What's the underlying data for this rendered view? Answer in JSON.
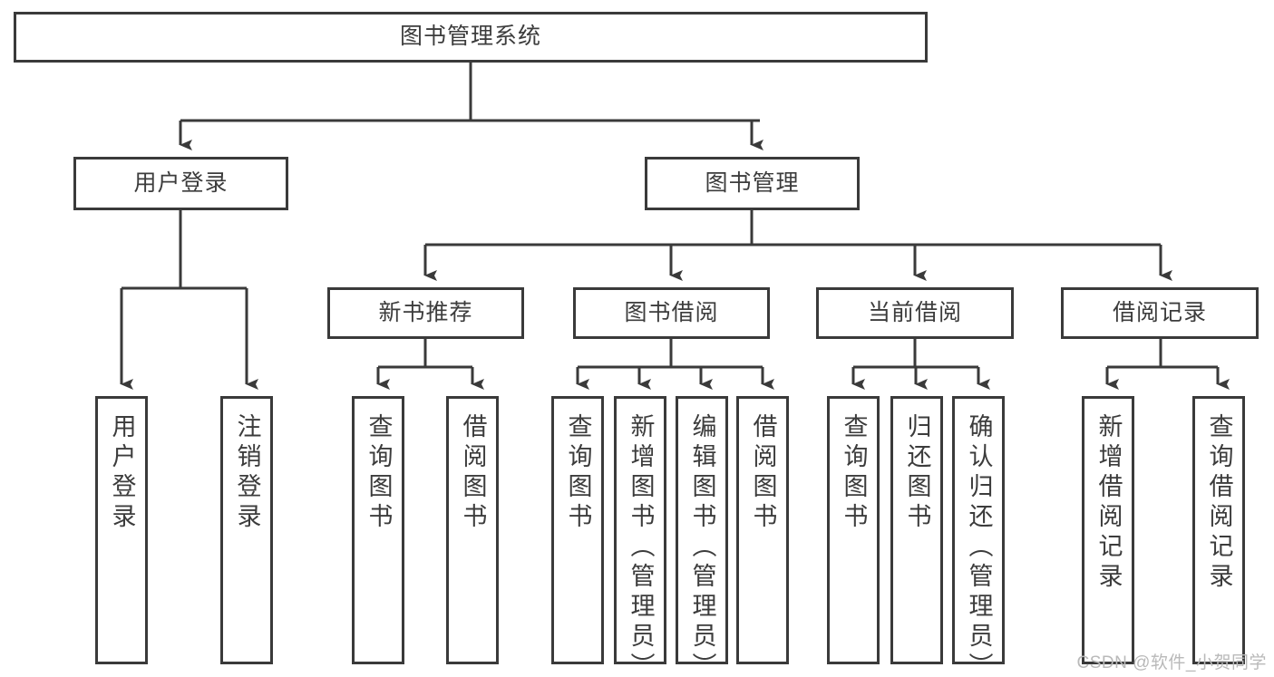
{
  "diagram": {
    "type": "tree-hierarchy-chart",
    "title": "图书管理系统",
    "stroke_color": "#3a3a3a",
    "text_color": "#3c3c3c",
    "background": "#ffffff",
    "root": {
      "label": "图书管理系统"
    },
    "level2": [
      {
        "label": "用户登录"
      },
      {
        "label": "图书管理"
      }
    ],
    "level3": [
      {
        "label": "新书推荐"
      },
      {
        "label": "图书借阅"
      },
      {
        "label": "当前借阅"
      },
      {
        "label": "借阅记录"
      }
    ],
    "leaves": {
      "user_login": [
        {
          "label": "用户登录"
        },
        {
          "label": "注销登录"
        }
      ],
      "new_book": [
        {
          "label": "查询图书"
        },
        {
          "label": "借阅图书"
        }
      ],
      "book_borrow": [
        {
          "label": "查询图书"
        },
        {
          "label": "新增图书（管理员）"
        },
        {
          "label": "编辑图书（管理员）"
        },
        {
          "label": "借阅图书"
        }
      ],
      "current_borrow": [
        {
          "label": "查询图书"
        },
        {
          "label": "归还图书"
        },
        {
          "label": "确认归还（管理员）"
        }
      ],
      "borrow_record": [
        {
          "label": "新增借阅记录"
        },
        {
          "label": "查询借阅记录"
        }
      ]
    }
  },
  "watermark": {
    "text": "CSDN @软件_小贺同学"
  }
}
